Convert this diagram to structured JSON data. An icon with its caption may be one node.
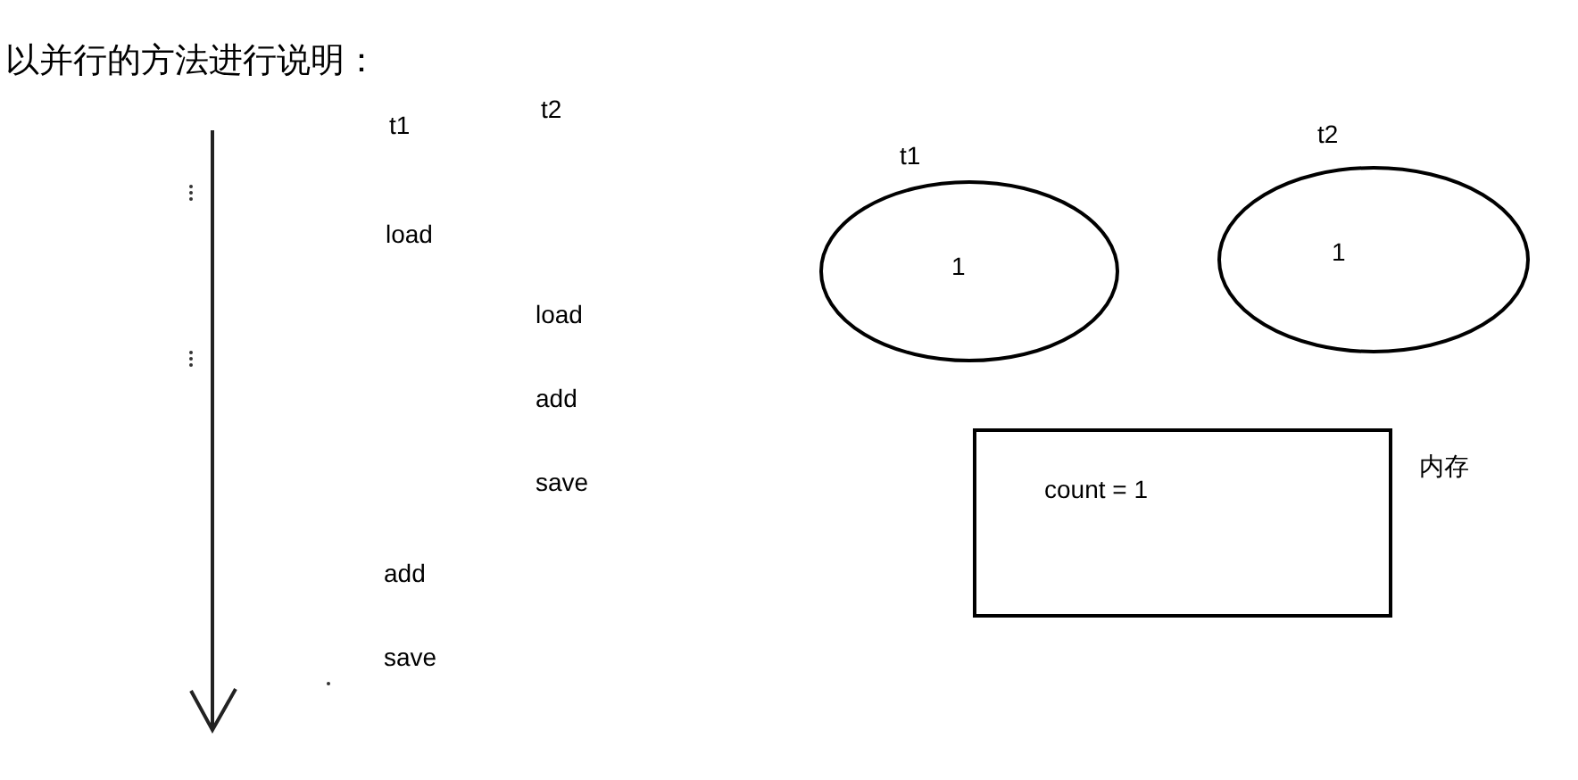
{
  "diagram": {
    "title": "以并行的方法进行说明：",
    "nodes": [
      {
        "text": [
          "t1",
          "1"
        ]
      },
      {
        "text": [
          "t2",
          "1"
        ]
      },
      {
        "text": [
          "count = 1"
        ],
        "beside": [
          "内存"
        ]
      }
    ],
    "labels": [
      "t1",
      "t2",
      "load",
      "load",
      "add",
      "save",
      "add",
      "save"
    ]
  }
}
